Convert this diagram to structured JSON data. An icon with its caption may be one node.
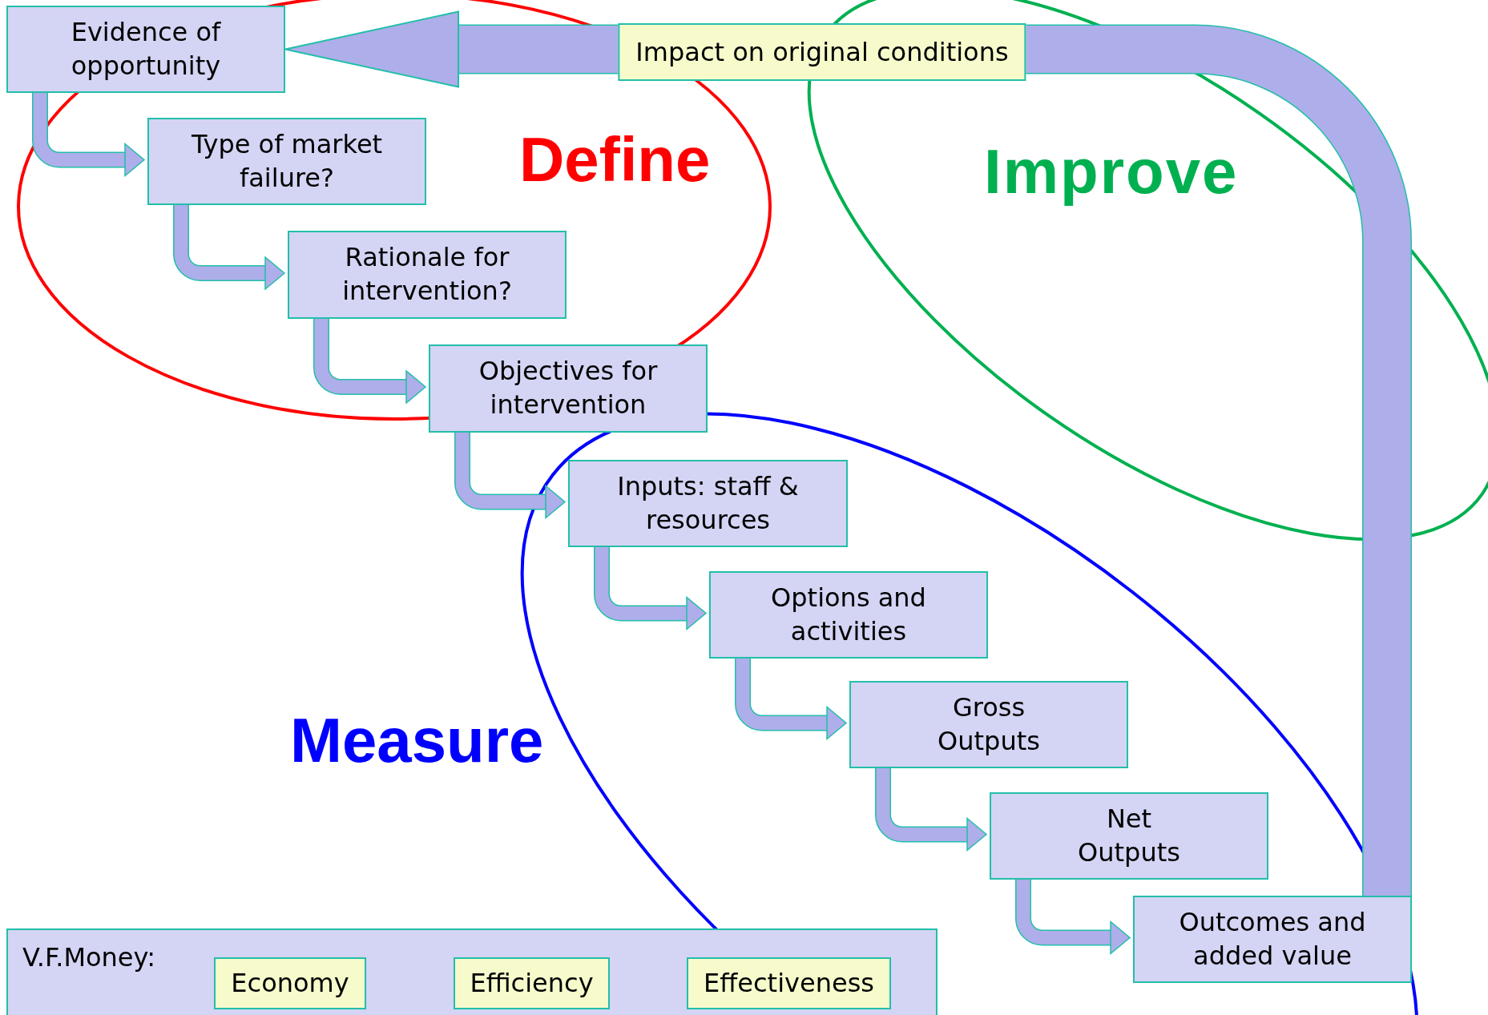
{
  "diagram": {
    "nodes": [
      {
        "text": [
          "Evidence of opportunity"
        ]
      },
      {
        "text": [
          "Type of market failure?"
        ]
      },
      {
        "text": [
          "Rationale for intervention?"
        ]
      },
      {
        "text": [
          "Objectives for intervention"
        ]
      },
      {
        "text": [
          "Inputs: staff & resources"
        ]
      },
      {
        "text": [
          "Options and activities"
        ]
      },
      {
        "text": [
          "Gross Outputs"
        ]
      },
      {
        "text": [
          "Net Outputs"
        ]
      },
      {
        "text": [
          "Outcomes and added value"
        ]
      },
      {
        "text": [
          "V.F.Money:"
        ]
      },
      {
        "text": [
          "Economy"
        ],
        "in": 9
      },
      {
        "text": [
          "Efficiency"
        ],
        "in": 9
      },
      {
        "text": [
          "Effectiveness"
        ],
        "in": 9
      }
    ],
    "edges": [
      {
        "from": 0,
        "to": 1,
        "arrow": "to"
      },
      {
        "from": 1,
        "to": 2,
        "arrow": "to"
      },
      {
        "from": 2,
        "to": 3,
        "arrow": "to"
      },
      {
        "from": 3,
        "to": 4,
        "arrow": "to"
      },
      {
        "from": 4,
        "to": 5,
        "arrow": "to"
      },
      {
        "from": 5,
        "to": 6,
        "arrow": "to"
      },
      {
        "from": 6,
        "to": 7,
        "arrow": "to"
      },
      {
        "from": 7,
        "to": 8,
        "arrow": "to"
      },
      {
        "from": 8,
        "to": 0,
        "arrow": "to",
        "label": "Impact on original conditions",
        "style": "thick"
      }
    ],
    "labels": [
      "Define",
      "Improve",
      "Measure"
    ]
  }
}
